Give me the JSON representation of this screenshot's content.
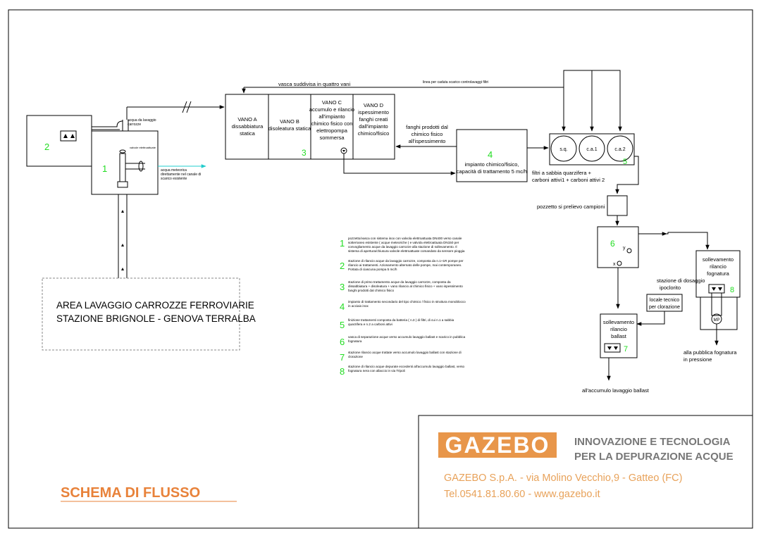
{
  "title": "SCHEMA DI FLUSSO",
  "area": {
    "line1": "AREA LAVAGGIO CARROZZE FERROVIARIE",
    "line2": "STAZIONE BRIGNOLE - GENOVA TERRALBA"
  },
  "company": {
    "logo": "GAZEBO",
    "tagline1": "INNOVAZIONE E TECNOLOGIA",
    "tagline2": "PER LA DEPURAZIONE ACQUE",
    "address": "GAZEBO S.p.A. - via Molino Vecchio,9 - Gatteo (FC)",
    "contact": "Tel.0541.81.80.60 - www.gazebo.it"
  },
  "labels": {
    "n1": "1",
    "n2": "2",
    "n3": "3",
    "n4": "4",
    "n5": "5",
    "n6": "6",
    "n7": "7",
    "n8": "8",
    "acqua_lavaggio_1": "acqua da lavaggio",
    "acqua_lavaggio_2": "carrozze",
    "valvole": "valvole elettroattuate",
    "meteoriche_1": "acqua meteorica",
    "meteoriche_2": "direttamente nel canale di",
    "meteoriche_3": "scarico esistente",
    "vasca": "vasca suddivisa in quattro vani",
    "linea": "linea per caduta scarico controlavaggi filtri",
    "vano_a": [
      "VANO A",
      "dissabbiatura",
      "statica"
    ],
    "vano_b": [
      "VANO B",
      "disoleatura statica"
    ],
    "vano_c": [
      "VANO C",
      "accumulo e rilancio",
      "all'impianto",
      "chimico fisico con",
      "elettropompa",
      "sommersa"
    ],
    "vano_d": [
      "VANO D",
      "ispessimento",
      "fanghi creati",
      "dall'impianto",
      "chimico/fisico"
    ],
    "fanghi": [
      "fanghi prodotti dal",
      "chimico fisico",
      "all'ispessimento"
    ],
    "impianto": [
      "impianto chimico/fisico,",
      "capacità di trattamento 5 mc/h"
    ],
    "sq": "s.q.",
    "ca1": "c.a.1",
    "ca2": "c.a.2",
    "filtri": [
      "filtri a sabbia quarzifera +",
      "carboni attivi1 + carboni attivi 2"
    ],
    "pozzetto": "pozzetto si prelievo campioni",
    "y": "y",
    "x": "x",
    "sollev_fogn": [
      "sollevamento",
      "rilancio",
      "fognatura"
    ],
    "dosaggio": [
      "stazione di dosaggio",
      "ipoclorito"
    ],
    "locale": [
      "locale tecnico",
      "per clorazione"
    ],
    "sollev_ballast": [
      "sollevamento",
      "rilancio",
      "ballast"
    ],
    "mp": "MP",
    "pubblica": [
      "alla pubblica fognatura",
      "in pressione"
    ],
    "accumulo": "all'accumulo lavaggio ballast"
  },
  "legend": [
    {
      "n": "1",
      "lines": [
        "pozzetto/vasca con sistema inox con valvola elettroattuata DN400 verso canale",
        "sotterraneo esistente ( acque meteoriche ) e valvola elettroattuata DN150 per",
        "convogliamento acque da lavaggio carrozze alla stazione di sollevamento. Il",
        "sistema di apertura/chiusura valvole elettroattuate comandato da sensore pioggia"
      ]
    },
    {
      "n": "2",
      "lines": [
        "stazione di rilancio acque da lavaggio carrozze, composta da n.1+1R pompe per",
        "rilancio ai trattamenti. Azionamento alternato delle pompe, mai contemporaneo.",
        "Portata di ciascuna pompa 5 mc/h"
      ]
    },
    {
      "n": "3",
      "lines": [
        "stazione di primo trattamento acque da lavaggio carrozze, composta da",
        "dissabbiatura + disoleatura + vano rilancio al chimico fisico + vano ispessimento",
        "fanghi prodotti dal chimico fisico"
      ]
    },
    {
      "n": "4",
      "lines": [
        "impianto di trattamento secondario del tipo chimico / fisico in struttura monoblocco",
        "in acciaio inox"
      ]
    },
    {
      "n": "5",
      "lines": [
        "finizione trattamenti composta da batteria ( n.3 ) di filtri, di cui n.1 a sabbia",
        "quarzifera e n.2 a carboni attivi"
      ]
    },
    {
      "n": "6",
      "lines": [
        "vasca di separazione acque verso accumulo lavaggio ballast e scarico in pubblica",
        "fognatura"
      ]
    },
    {
      "n": "7",
      "lines": [
        "stazione rilancio acque trattate verso accumulo lavaggio ballast con stazione di",
        "clorazione"
      ]
    },
    {
      "n": "8",
      "lines": [
        "stazione di rilancio acque depurate eccedenti all'accumulo lavaggio ballast, verso",
        "fognatura nera con allaccio in via Tripoli"
      ]
    }
  ],
  "colors": {
    "green": "#22dd22",
    "orange": "#e8823a",
    "cyan": "#22cccc",
    "logo": "#e8964a"
  }
}
